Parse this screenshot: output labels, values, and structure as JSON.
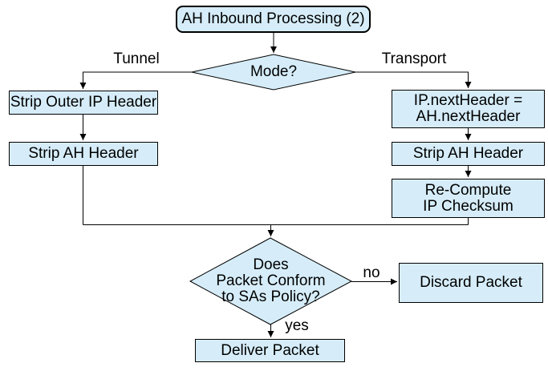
{
  "flowchart": {
    "title": "AH Inbound Processing (2)",
    "colors": {
      "node_fill": "#d6edf9",
      "node_border": "#000000",
      "connector": "#000000",
      "background": "#ffffff",
      "text": "#000000"
    },
    "nodes": {
      "start": {
        "label": "AH Inbound Processing (2)",
        "shape": "rounded-rect"
      },
      "mode": {
        "label": "Mode?",
        "shape": "diamond"
      },
      "strip_outer_ip": {
        "label": "Strip Outer IP Header",
        "shape": "rect"
      },
      "strip_ah_tunnel": {
        "label": "Strip AH Header",
        "shape": "rect"
      },
      "set_next_header": {
        "label": "IP.nextHeader =\nAH.nextHeader",
        "shape": "rect"
      },
      "strip_ah_transport": {
        "label": "Strip AH Header",
        "shape": "rect"
      },
      "recompute_checksum": {
        "label": "Re-Compute\nIP Checksum",
        "shape": "rect"
      },
      "policy_check": {
        "label": "Does\nPacket Conform\nto SAs Policy?",
        "shape": "diamond"
      },
      "discard": {
        "label": "Discard Packet",
        "shape": "rect"
      },
      "deliver": {
        "label": "Deliver Packet",
        "shape": "rect"
      }
    },
    "edge_labels": {
      "tunnel": "Tunnel",
      "transport": "Transport",
      "no": "no",
      "yes": "yes"
    }
  }
}
